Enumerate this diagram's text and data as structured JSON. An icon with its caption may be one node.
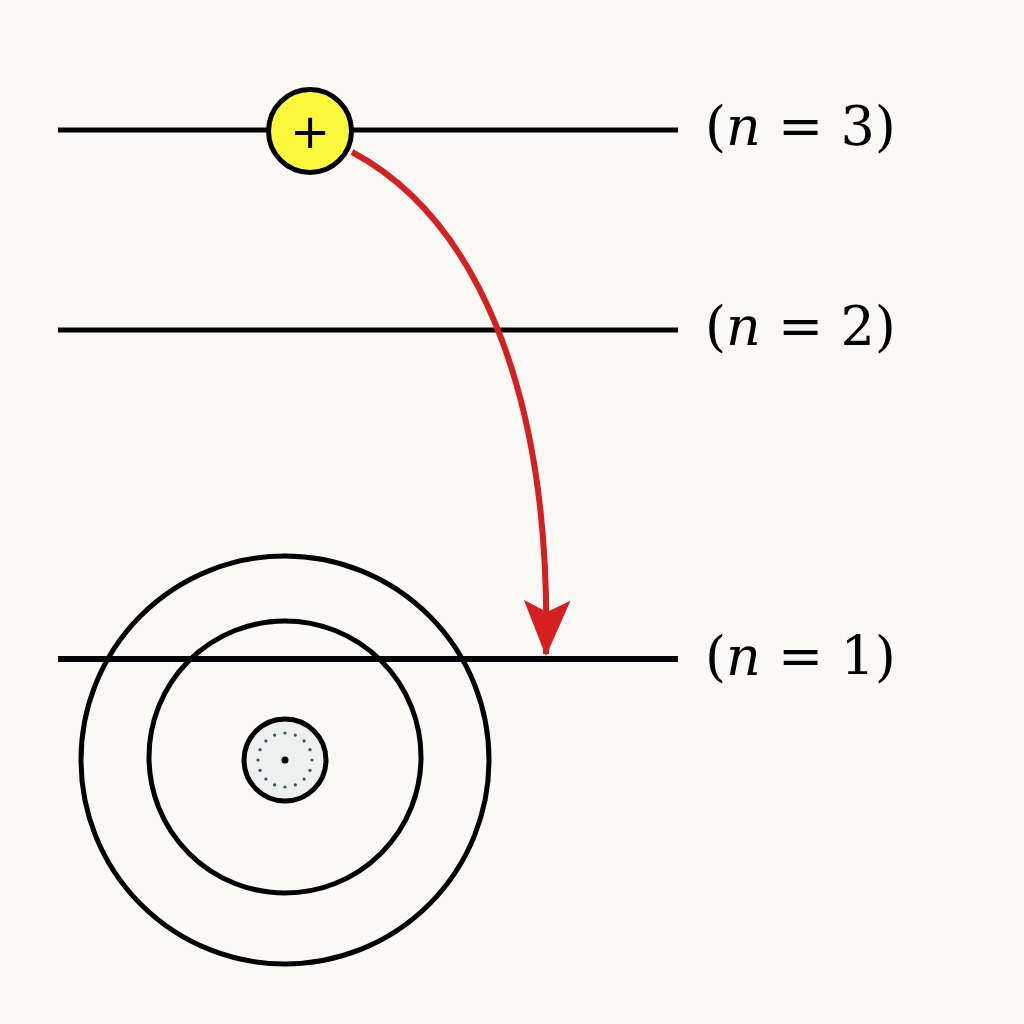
{
  "diagram": {
    "nodes": [
      {
        "text": [
          "+"
        ]
      },
      {
        "text": [],
        "shape": "bar"
      }
    ],
    "edges": [
      {
        "from": 0,
        "to": 1,
        "arrow": "to",
        "color": "#d42020"
      }
    ],
    "labels": [
      "(*n* = 3)",
      "(*n* = 2)",
      "(*n* = 1)"
    ]
  }
}
